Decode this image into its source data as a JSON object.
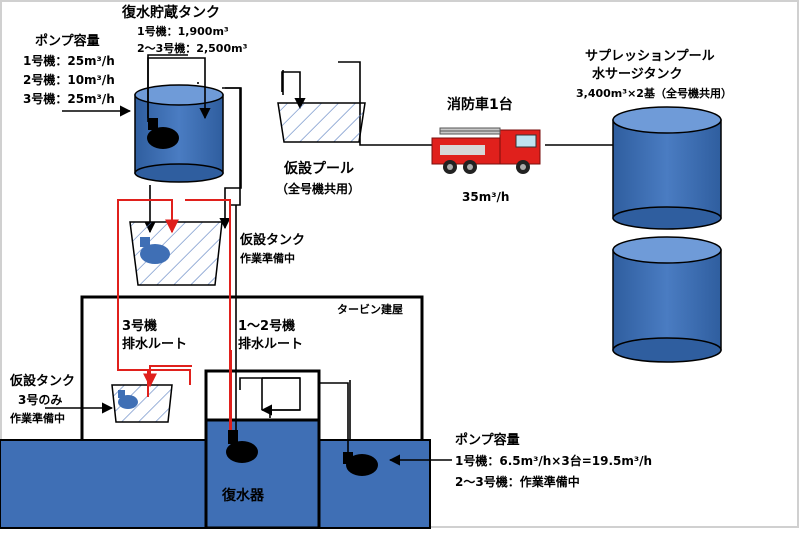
{
  "labels": {
    "storage_tank_title": "復水貯蔵タンク",
    "storage_tank_unit1": "1号機：1,900m³",
    "storage_tank_unit23": "2～3号機：2,500m³",
    "pump_capacity_title": "ポンプ容量",
    "pump_unit1": "1号機：25m³/h",
    "pump_unit2": "2号機：10m³/h",
    "pump_unit3": "3号機：25m³/h",
    "temp_pool": "仮設プール",
    "temp_pool_note": "（全号機共用）",
    "fire_truck": "消防車1台",
    "fire_truck_rate": "35m³/h",
    "suppression_title": "サプレッションプール",
    "suppression_title2": "水サージタンク",
    "suppression_capacity": "3,400m³×2基（全号機共用）",
    "temp_tank_upper": "仮設タンク",
    "temp_tank_upper_status": "作業準備中",
    "turbine_building": "タービン建屋",
    "route_unit3_a": "3号機",
    "route_unit3_b": "排水ルート",
    "route_unit12_a": "1～2号機",
    "route_unit12_b": "排水ルート",
    "temp_tank_lower": "仮設タンク",
    "temp_tank_lower_unit": "3号のみ",
    "temp_tank_lower_status": "作業準備中",
    "condenser": "復水器",
    "pump_capacity2_title": "ポンプ容量",
    "pump2_unit1": "1号機：6.5m³/h×3台=19.5m³/h",
    "pump2_unit23": "2～3号機：作業準備中"
  },
  "colors": {
    "water": "#3f6fb5",
    "water_top": "#6f9bd8",
    "red_route": "#e0201c",
    "line": "#000000"
  }
}
